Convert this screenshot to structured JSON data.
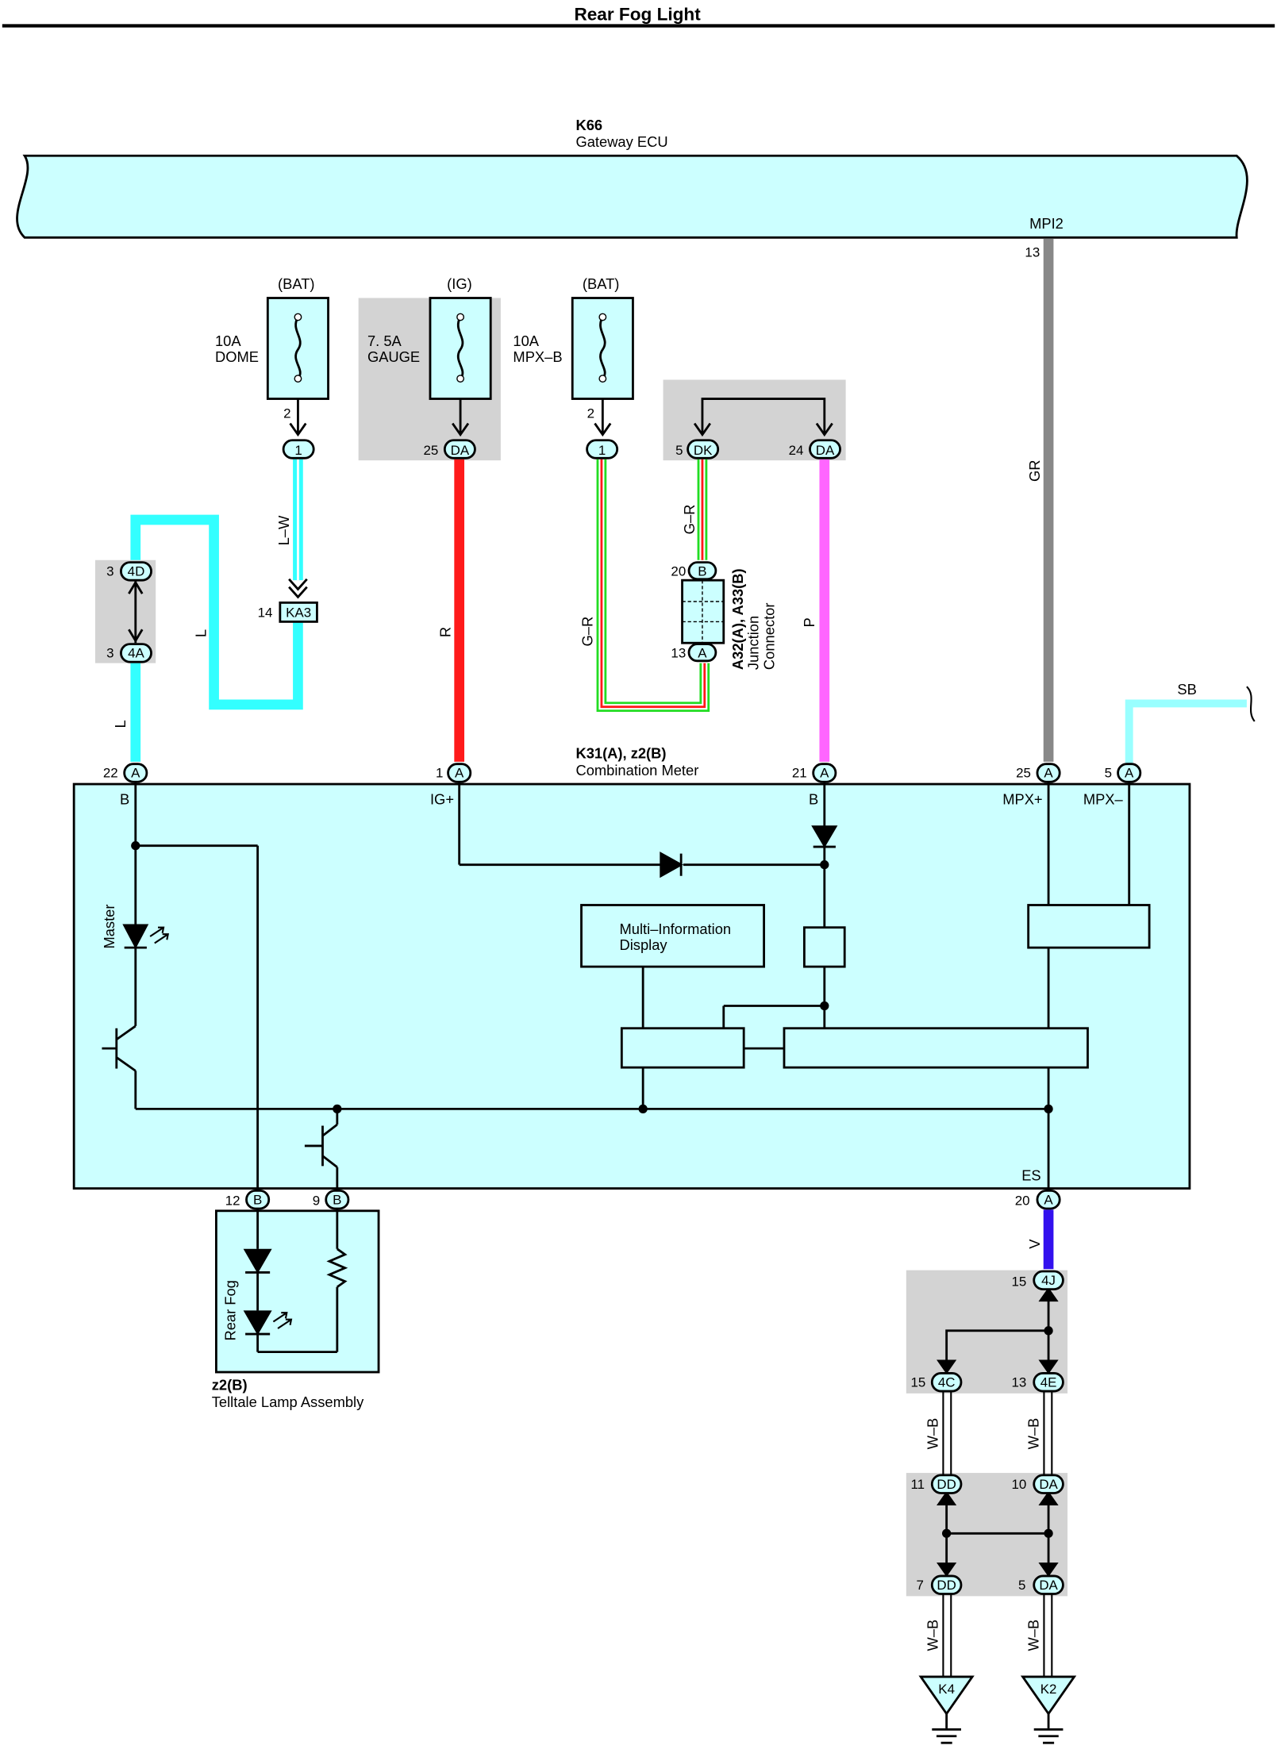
{
  "title": "Rear Fog Light",
  "gateway": {
    "code": "K66",
    "name": "Gateway ECU",
    "terminal": "MPI2",
    "pin": "13"
  },
  "fuses": [
    {
      "supply": "(BAT)",
      "rating": "10A",
      "name": "DOME"
    },
    {
      "supply": "(IG)",
      "rating": "7. 5A",
      "name": "GAUGE"
    },
    {
      "supply": "(BAT)",
      "rating": "10A",
      "name": "MPX–B"
    }
  ],
  "connectors": {
    "dome_out_pin": "2",
    "dome_conn": "1",
    "gauge_pin": "25",
    "gauge_conn": "DA",
    "mpxb_out_pin": "2",
    "mpxb_conn": "1",
    "dk_pin": "5",
    "dk_conn": "DK",
    "da24_pin": "24",
    "da24_conn": "DA",
    "c4d_pin": "3",
    "c4d": "4D",
    "c4a_pin": "3",
    "c4a": "4A",
    "ka3_pin": "14",
    "ka3": "KA3",
    "jb_top_pin": "20",
    "jb_top": "B",
    "jb_bot_pin": "13",
    "jb_bot": "A"
  },
  "junction": {
    "code": "A32(A), A33(B)",
    "line1": "Junction",
    "line2": "Connector"
  },
  "wires": {
    "lw": "L–W",
    "l1": "L",
    "l2": "L",
    "r": "R",
    "gr1": "G–R",
    "gr2": "G–R",
    "p": "P",
    "gr": "GR",
    "sb": "SB",
    "v": "V",
    "wb1": "W–B",
    "wb2": "W–B",
    "wb3": "W–B",
    "wb4": "W–B"
  },
  "meter": {
    "code": "K31(A), z2(B)",
    "name": "Combination Meter",
    "pins": [
      {
        "num": "22",
        "conn": "A",
        "label": "B"
      },
      {
        "num": "1",
        "conn": "A",
        "label": "IG+"
      },
      {
        "num": "21",
        "conn": "A",
        "label": "B"
      },
      {
        "num": "25",
        "conn": "A",
        "label": "MPX+"
      },
      {
        "num": "5",
        "conn": "A",
        "label": "MPX–"
      }
    ],
    "es_pin": {
      "num": "20",
      "conn": "A",
      "label": "ES"
    },
    "master_label": "Master",
    "mid_line1": "Multi–Information",
    "mid_line2": "Display",
    "out_pins": [
      {
        "num": "12",
        "conn": "B"
      },
      {
        "num": "9",
        "conn": "B"
      }
    ]
  },
  "telltale": {
    "code": "z2(B)",
    "name": "Telltale Lamp Assembly",
    "lamp_label": "Rear Fog"
  },
  "ground_conns": {
    "j4_pin": "15",
    "j4": "4J",
    "c4c_pin": "15",
    "c4c": "4C",
    "c4e_pin": "13",
    "c4e": "4E",
    "dd11_pin": "11",
    "dd11": "DD",
    "da10_pin": "10",
    "da10": "DA",
    "dd7_pin": "7",
    "dd7": "DD",
    "da5_pin": "5",
    "da5": "DA"
  },
  "grounds": [
    "K4",
    "K2"
  ],
  "colors": {
    "L": "#33ffff",
    "R": "#ff1a1a",
    "P": "#ff66ff",
    "GR": "#888888",
    "SB": "#99ffff",
    "V": "#3311ee",
    "G": "#22dd22",
    "panel": "#ccffff"
  }
}
